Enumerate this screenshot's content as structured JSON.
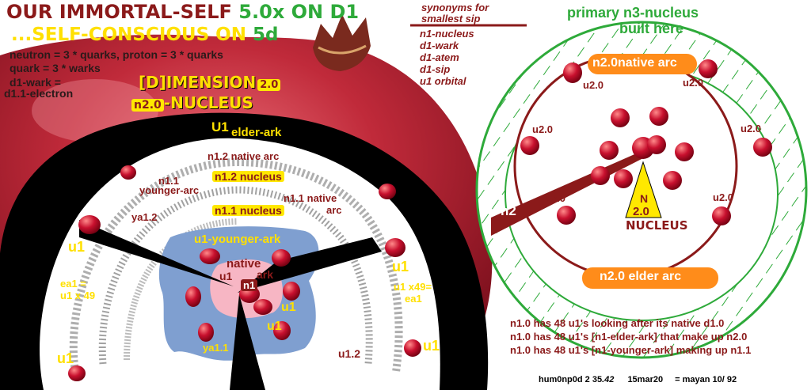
{
  "title": {
    "line1": "OUR IMMORTAL-SELF",
    "line1_accent": "5.0x ON D1",
    "line2": "...SELF-CONSCIOUS ON",
    "line2_accent": "5d"
  },
  "facts": {
    "line1": "neutron = 3 * quarks,  proton = 3 * quarks",
    "line2": "quark = 3 * warks",
    "line3": "d1-wark =",
    "line4": "d1.1-electron"
  },
  "dimension": {
    "label": "[D]IMENSION",
    "num": "2.0",
    "nucleus_num": "n2.0",
    "nucleus_label": "-NUCLEUS"
  },
  "synonyms": {
    "heading1": "synonyms for",
    "heading2": "smallest sip",
    "items": [
      "n1-nucleus",
      "d1-wark",
      "d1-atem",
      "d1-sip",
      "u1 orbital"
    ]
  },
  "left_diagram": {
    "u1_top": "U1",
    "elder_ark": "elder-ark",
    "n12_native_arc": "n1.2 native arc",
    "n12_nucleus": "n1.2 nucleus",
    "n11_younger_1": "n1.1",
    "n11_younger_2": "younger-arc",
    "n11_native_1": "n1.1 native",
    "n11_native_2": "arc",
    "n11_nucleus": "n1.1 nucleus",
    "ya12": "ya1.2",
    "u1_younger_ark": "u1-younger-ark",
    "native": "native",
    "u1_left_inner": "u1",
    "ark": "ark",
    "n1": "n1",
    "u1_center_right": "u1",
    "u1_left": "u1",
    "u1_right": "u1",
    "ea1_line1": "ea1 =",
    "ea1_line2": "u1 x 49",
    "u1x49_line1": "u1 x49=",
    "u1x49_line2": "ea1",
    "u1_center_bottom": "u1",
    "ya11": "ya1.1",
    "u1_bottom_left": "u1",
    "u1_bottom_right": "u1",
    "u12_1": "u1.2",
    "u12_2": "native",
    "u12_3": "ARK"
  },
  "right_diagram": {
    "title1": "primary n3-nucleus",
    "title2": "built here",
    "native_arc": "n2.0native arc",
    "u20_labels": [
      "u2.0",
      "u2.0",
      "u2.0",
      "u2.0",
      "u2.0",
      "u2.0"
    ],
    "n_letter": "N",
    "n_num": "2.0",
    "nucleus": "NUCLEUS",
    "n2": "n2",
    "elder_arc": "n2.0 elder arc"
  },
  "notes": [
    "n1.0 has 48 u1's looking after its native d1.0",
    "n1.0 has 48 u1's [n1-elder-ark] that make up n2.0",
    "n1.0 has 48 u1's [n1-younger-ark] making up n1.1"
  ],
  "footer": {
    "id": "hum0np0d 2 35",
    "id_suffix": ".42",
    "date": "15mar20",
    "mayan": "=  mayan 10/ 92"
  },
  "colors": {
    "maroon": "#8b1a1a",
    "green": "#2eaa3a",
    "yellow": "#ffe800",
    "orange": "#ff8c1a",
    "blue_ark": "#7f9fd0",
    "pink_core": "#f7b6c4",
    "black_ring": "#000000",
    "pomegranate": "#b81a2e"
  }
}
